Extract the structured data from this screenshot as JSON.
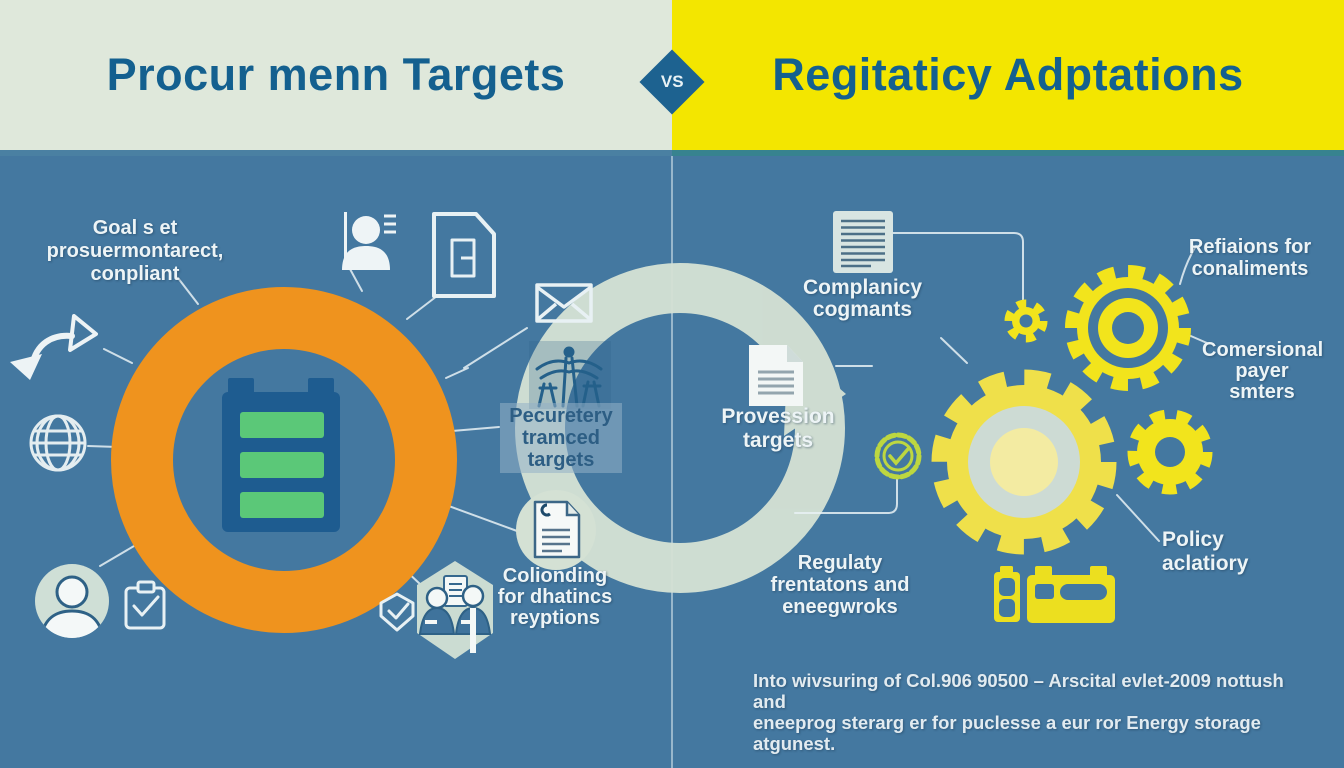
{
  "header": {
    "left_title": "Procur menn Targets",
    "right_title": "Regitaticy Adptations",
    "vs_label": "VS"
  },
  "left_panel": {
    "goal_note": [
      "Goal s et",
      "prosuermontarect,",
      "conpliant"
    ],
    "targets_label": [
      "Pecuretery",
      "tramced",
      "targets"
    ],
    "colionding_note": [
      "Colionding",
      "for dhatincs",
      "reyptions"
    ]
  },
  "right_panel": {
    "provession_label": [
      "Provession",
      "targets"
    ],
    "complanicy_note": [
      "Complanicy",
      "cogmants"
    ],
    "refisions_note": [
      "Refiaions for",
      "conaliments"
    ],
    "comersional_note": [
      "Comersional",
      "payer smters"
    ],
    "regulaty_note": [
      "Regulaty",
      "frentatons and",
      "eneegwroks"
    ],
    "policy_note": "Policy aclatiory",
    "footer_lines": [
      "Into wivsuring of Col.906 90500 – Arscital evlet-2009 nottush and",
      "eneeprog sterarg er for puclesse a eur ror Energy storage atgunest."
    ]
  },
  "icons": {
    "left": [
      "growth-arrow-icon",
      "globe-icon",
      "user-avatar-icon",
      "clipboard-check-icon",
      "person-profile-icon",
      "document-icon",
      "envelope-icon",
      "transmission-towers-icon",
      "battery-icon",
      "report-document-icon",
      "shield-check-icon",
      "team-hexagon-icon"
    ],
    "right": [
      "compliance-document-icon",
      "provision-document-icon",
      "small-gear-icon",
      "large-ring-gear-icon",
      "central-gear-icon",
      "medium-gear-icon",
      "certified-gear-icon",
      "small-battery-icon",
      "car-battery-icon"
    ]
  },
  "colors": {
    "header_left_bg": "#dfe8db",
    "header_right_bg": "#f3e600",
    "title_blue": "#14608f",
    "vs_bg": "#1d6290",
    "body_bg": "#4478a0",
    "orange": "#ef931e",
    "ring_sage": "#d4e1d4",
    "gear_yellow": "#f2e41c",
    "battery_blue": "#1e5c90",
    "bar_green": "#5bc878",
    "badge_green": "#bdd740",
    "label_white": "#edf4f6",
    "panel_text": "#2d5e84"
  }
}
